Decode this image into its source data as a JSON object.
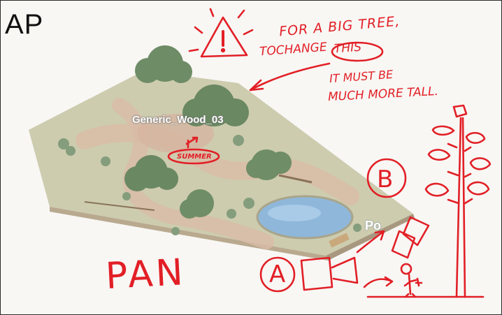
{
  "header": {
    "title": "AP"
  },
  "scene": {
    "wood_label": "Generic_Wood_03",
    "pond_label": "Po",
    "colors": {
      "grass": "#c8c7a3",
      "path": "#d7b8a4",
      "tree": "#6f8a66",
      "water": "#8db6d9",
      "annotation": "#e21f26"
    }
  },
  "annotations": {
    "note_line1": "FOR A BIG TREE,",
    "note_line2a": "TOCHANGE",
    "note_line2b": "THIS",
    "note_line3": "IT MUST BE",
    "note_line4": "MUCH MORE TALL.",
    "season": "SUMMER",
    "pan": "PAN",
    "label_a": "A",
    "label_b": "B",
    "icons": [
      "warning-triangle-icon",
      "camera-icon",
      "tall-tree-sketch",
      "stick-figure-icon"
    ]
  }
}
